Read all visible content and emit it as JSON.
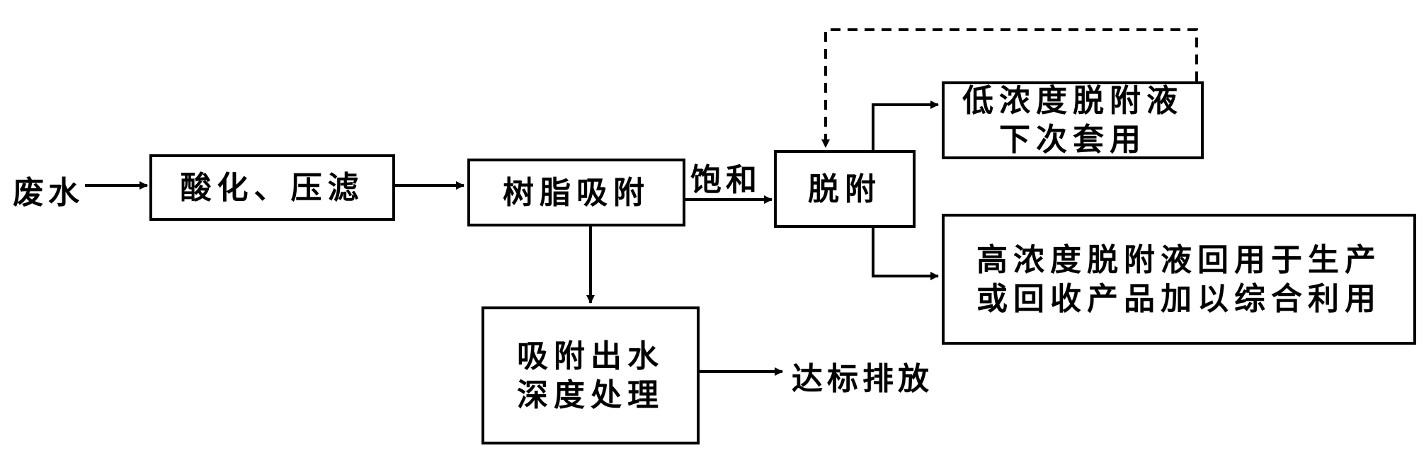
{
  "diagram": {
    "input": "废水",
    "steps": {
      "acidify": "酸化、压滤",
      "resin": "树脂吸附",
      "desorb": "脱附",
      "effluent": "吸附出水\n深度处理",
      "low_conc": "低浓度脱附液下次套用",
      "high_conc": "高浓度脱附液回用于生产\n或回收产品加以综合利用"
    },
    "edge_labels": {
      "saturated": "饱和"
    },
    "output": "达标排放",
    "colors": {
      "line": "#000000",
      "background": "#ffffff"
    }
  }
}
